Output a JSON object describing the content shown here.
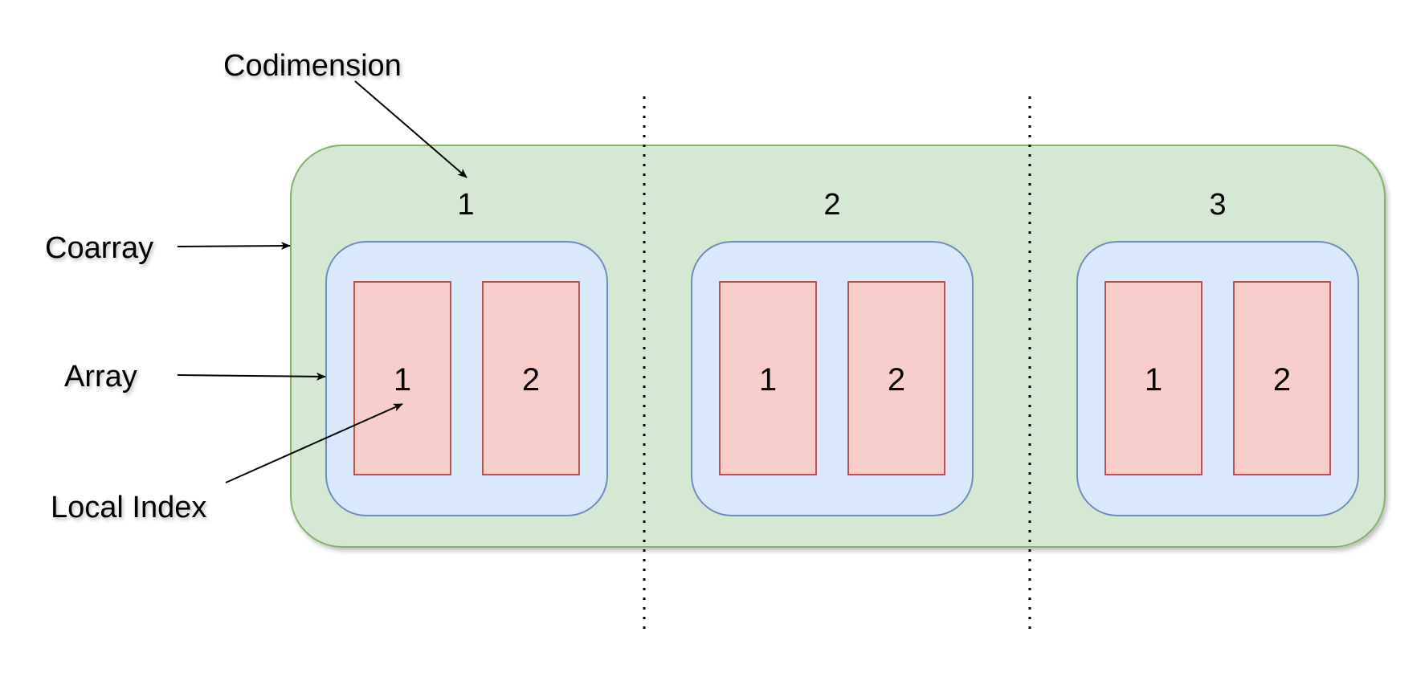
{
  "labels": {
    "codimension": "Codimension",
    "coarray": "Coarray",
    "array": "Array",
    "local_index": "Local Index"
  },
  "images": [
    {
      "codimension_index": "1",
      "elements": [
        "1",
        "2"
      ]
    },
    {
      "codimension_index": "2",
      "elements": [
        "1",
        "2"
      ]
    },
    {
      "codimension_index": "3",
      "elements": [
        "1",
        "2"
      ]
    }
  ],
  "colors": {
    "coarray_fill": "#d5e8d4",
    "coarray_stroke": "#82b366",
    "array_fill": "#dae8fc",
    "array_stroke": "#6c8ebf",
    "element_fill": "#f8cecc",
    "element_stroke": "#b85450",
    "text": "#000000"
  }
}
